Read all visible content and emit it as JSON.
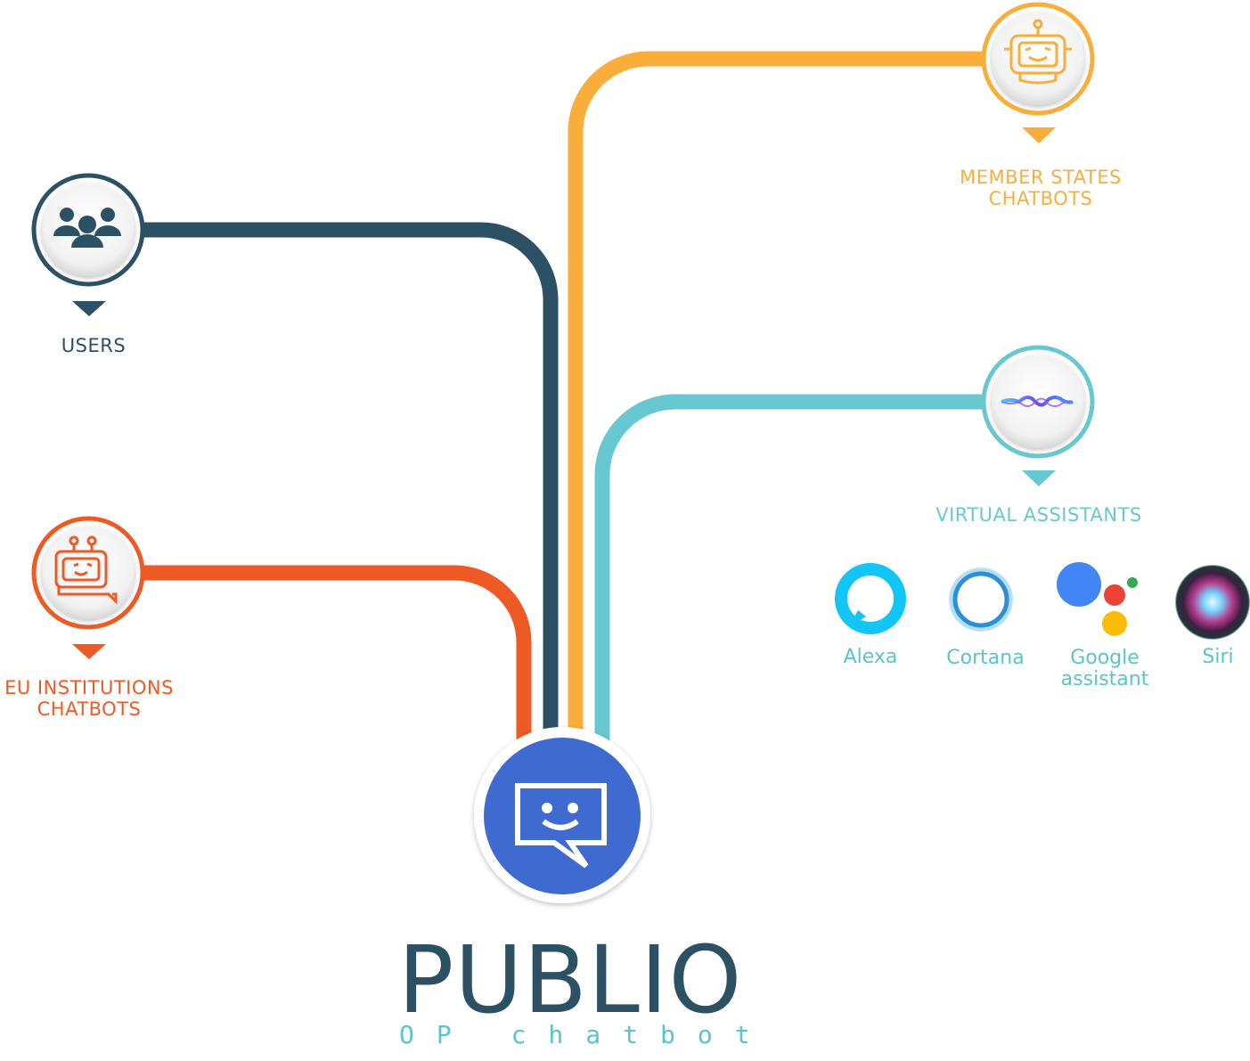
{
  "nodes": {
    "users": {
      "lines": [
        "USERS"
      ],
      "color": "#2c5165",
      "icon": "users-group-icon"
    },
    "eu_institutions": {
      "lines": [
        "EU INSTITUTIONS",
        "CHATBOTS"
      ],
      "color": "#ee5a24",
      "icon": "robot-chat-icon"
    },
    "member_states": {
      "lines": [
        "MEMBER STATES",
        "CHATBOTS"
      ],
      "color": "#f9ae3b",
      "icon": "robot-icon"
    },
    "virtual_assistants": {
      "lines": [
        "VIRTUAL ASSISTANTS"
      ],
      "color": "#68c8d1",
      "icon": "voice-wave-icon"
    }
  },
  "assistants": [
    {
      "label_lines": [
        "Alexa"
      ],
      "icon": "alexa-icon"
    },
    {
      "label_lines": [
        "Cortana"
      ],
      "icon": "cortana-icon"
    },
    {
      "label_lines": [
        "Google",
        "assistant"
      ],
      "icon": "google-assistant-icon"
    },
    {
      "label_lines": [
        "Siri"
      ],
      "icon": "siri-icon"
    }
  ],
  "hub": {
    "title": "PUBLIO",
    "subtitle": "OP chatbot",
    "color": "#3f6bd0",
    "icon": "chat-bubble-smile-icon"
  }
}
